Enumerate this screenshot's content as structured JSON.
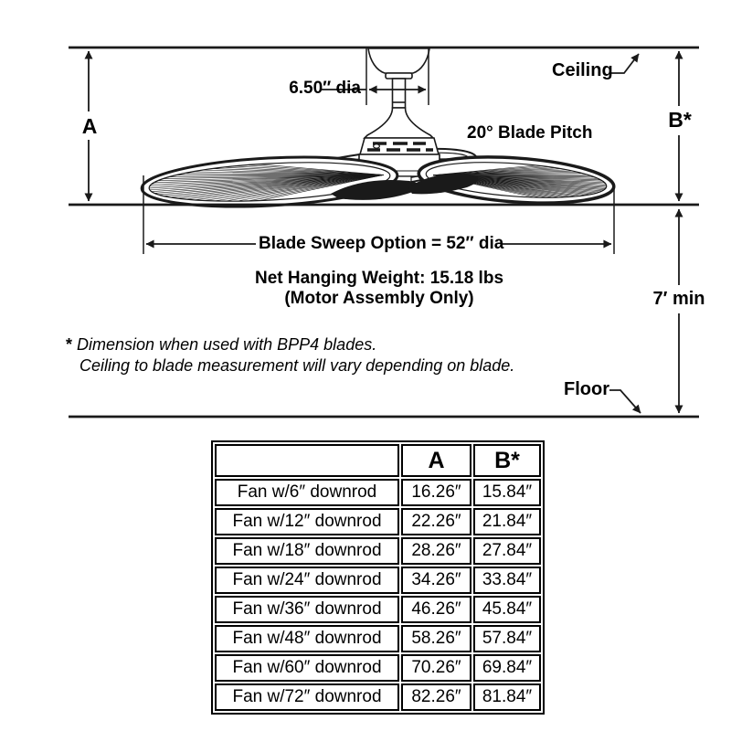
{
  "colors": {
    "ink": "#1a1a1a",
    "background": "#ffffff"
  },
  "diagram": {
    "ceiling_label": "Ceiling",
    "floor_label": "Floor",
    "dim_a_label": "A",
    "dim_b_label": "B*",
    "downrod_diameter_label": "6.50″ dia",
    "blade_pitch_label": "20° Blade Pitch",
    "blade_sweep_label": "Blade Sweep Option = 52″ dia",
    "net_weight_line1": "Net Hanging Weight: 15.18 lbs",
    "net_weight_line2": "(Motor Assembly Only)",
    "min_floor_clearance_label": "7′ min",
    "footnote_marker": "*",
    "footnote_line1": "Dimension when used with BPP4 blades.",
    "footnote_line2": "Ceiling to blade measurement will vary depending on blade."
  },
  "table": {
    "headers": [
      "",
      "A",
      "B*"
    ],
    "rows": [
      {
        "label": "Fan w/6″ downrod",
        "a": "16.26″",
        "b": "15.84″"
      },
      {
        "label": "Fan w/12″ downrod",
        "a": "22.26″",
        "b": "21.84″"
      },
      {
        "label": "Fan w/18″ downrod",
        "a": "28.26″",
        "b": "27.84″"
      },
      {
        "label": "Fan w/24″ downrod",
        "a": "34.26″",
        "b": "33.84″"
      },
      {
        "label": "Fan w/36″ downrod",
        "a": "46.26″",
        "b": "45.84″"
      },
      {
        "label": "Fan w/48″ downrod",
        "a": "58.26″",
        "b": "57.84″"
      },
      {
        "label": "Fan w/60″ downrod",
        "a": "70.26″",
        "b": "69.84″"
      },
      {
        "label": "Fan w/72″ downrod",
        "a": "82.26″",
        "b": "81.84″"
      }
    ]
  }
}
